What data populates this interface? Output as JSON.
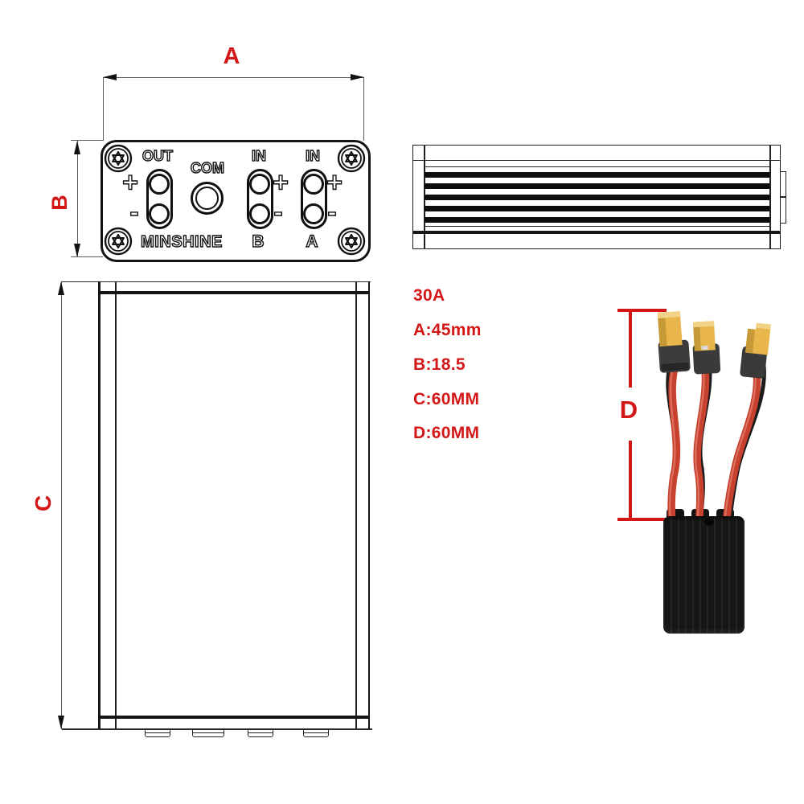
{
  "colors": {
    "dimension_red": "#d31717",
    "drawing_line": "#161616",
    "connector_yellow": "#e8b64a",
    "wire_red": "#c8402e"
  },
  "views": {
    "front": {
      "dim_width_label": "A",
      "dim_height_label": "B",
      "terminals": {
        "out_label": "OUT",
        "com_label": "COM",
        "in_b_label": "IN",
        "in_a_label": "IN",
        "plus": "+",
        "minus": "-"
      },
      "brand": "MINSHINE",
      "channel_b_label": "B",
      "channel_a_label": "A",
      "screw_icon": "torx-screw-icon"
    },
    "top": {
      "dim_length_label": "C"
    }
  },
  "specs": {
    "current_rating": "30A",
    "dim_a": "A:45mm",
    "dim_b": "B:18.5",
    "dim_c": "C:60MM",
    "dim_d": "D:60MM"
  },
  "photo": {
    "dim_length_label": "D",
    "connector_icon": "xt60-connector-icon"
  }
}
